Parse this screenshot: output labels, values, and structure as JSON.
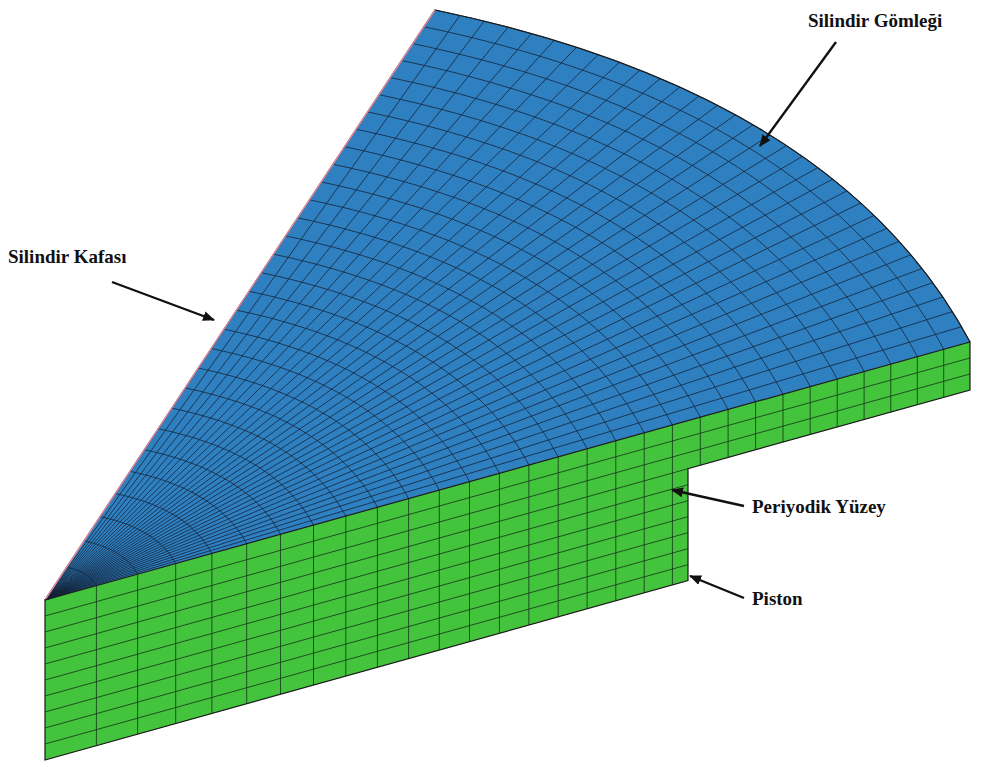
{
  "diagram": {
    "labels": [
      "Silindir Gömleği",
      "Silindir Kafası",
      "Periyodik Yüzey",
      "Piston"
    ]
  }
}
